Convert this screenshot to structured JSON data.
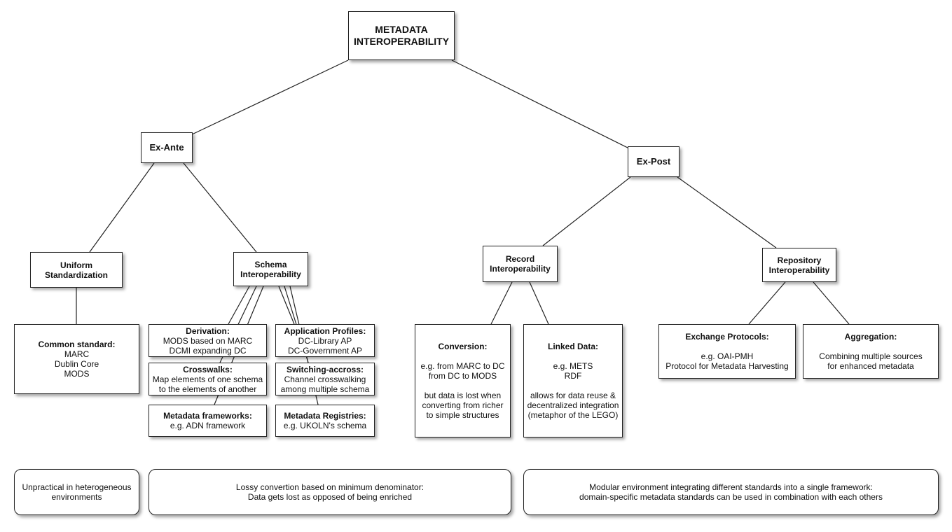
{
  "root": {
    "title_line1": "METADATA",
    "title_line2": "INTEROPERABILITY"
  },
  "ex_ante": {
    "title": "Ex-Ante",
    "uniform": {
      "title_line1": "Uniform",
      "title_line2": "Standardization",
      "common_standard": {
        "title": "Common standard:",
        "lines": [
          "MARC",
          "Dublin Core",
          "MODS"
        ]
      }
    },
    "schema": {
      "title_line1": "Schema",
      "title_line2": "Interoperability",
      "derivation": {
        "title": "Derivation:",
        "lines": [
          "MODS based on MARC",
          "DCMI expanding DC"
        ]
      },
      "crosswalks": {
        "title": "Crosswalks:",
        "lines": [
          "Map elements of one schema",
          "to the elements of another"
        ]
      },
      "metadata_frameworks": {
        "title": "Metadata frameworks:",
        "lines": [
          "e.g. ADN framework"
        ]
      },
      "application_profiles": {
        "title": "Application Profiles:",
        "lines": [
          "DC-Library AP",
          "DC-Government AP"
        ]
      },
      "switching_across": {
        "title": "Switching-accross:",
        "lines": [
          "Channel crosswalking",
          "among multiple schema"
        ]
      },
      "metadata_registries": {
        "title": "Metadata Registries:",
        "lines": [
          "e.g. UKOLN's schema"
        ]
      }
    }
  },
  "ex_post": {
    "title": "Ex-Post",
    "record": {
      "title_line1": "Record",
      "title_line2": "Interoperability",
      "conversion": {
        "title": "Conversion:",
        "lines": [
          "e.g. from MARC to DC",
          "from DC to MODS"
        ],
        "lines2": [
          "but data is lost when",
          "converting from richer",
          "to simple structures"
        ]
      },
      "linked_data": {
        "title": "Linked Data:",
        "lines": [
          "e.g. METS",
          "RDF"
        ],
        "lines2": [
          "allows for data reuse &",
          "decentralized integration",
          "(metaphor of the LEGO)"
        ]
      }
    },
    "repository": {
      "title_line1": "Repository",
      "title_line2": "Interoperability",
      "exchange_protocols": {
        "title": "Exchange Protocols:",
        "lines": [
          "e.g. OAI-PMH",
          "Protocol for Metadata Harvesting"
        ]
      },
      "aggregation": {
        "title": "Aggregation:",
        "lines": [
          "Combining multiple sources",
          "for enhanced metadata"
        ]
      }
    }
  },
  "notes": {
    "uniform": [
      "Unpractical in heterogeneous",
      "environments"
    ],
    "schema": [
      "Lossy convertion based on minimum denominator:",
      "Data gets lost as opposed of being enriched"
    ],
    "ex_post": [
      "Modular environment integrating different standards into a single framework:",
      "domain-specific metadata standards can be used in combination with each others"
    ]
  }
}
